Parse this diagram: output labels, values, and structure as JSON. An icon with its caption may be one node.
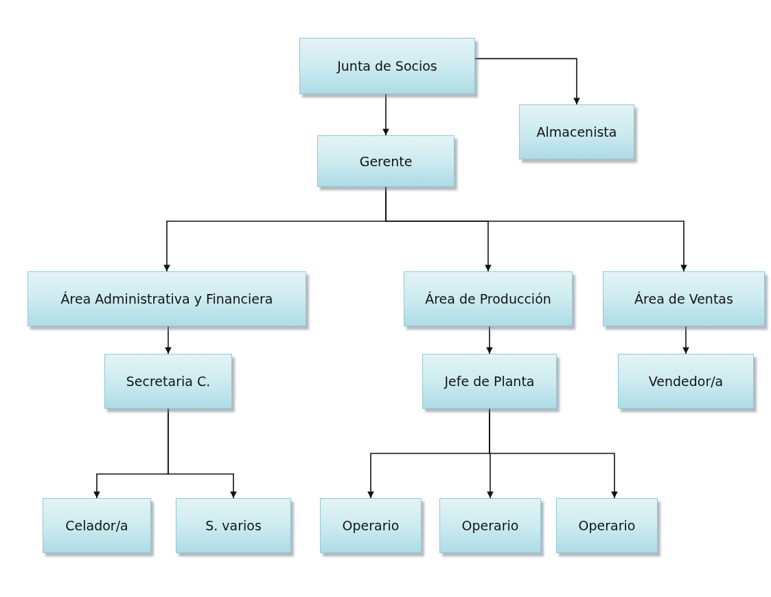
{
  "diagram": {
    "nodes": [
      {
        "text": [
          "Junta de Socios"
        ]
      },
      {
        "text": [
          "Almacenista"
        ]
      },
      {
        "text": [
          "Gerente"
        ]
      },
      {
        "text": [
          "Área Administrativa y Financiera"
        ]
      },
      {
        "text": [
          "Área de Producción"
        ]
      },
      {
        "text": [
          "Área de Ventas"
        ]
      },
      {
        "text": [
          "Secretaria C."
        ]
      },
      {
        "text": [
          "Jefe de Planta"
        ]
      },
      {
        "text": [
          "Vendedor/a"
        ]
      },
      {
        "text": [
          "Celador/a"
        ]
      },
      {
        "text": [
          "S. varios"
        ]
      },
      {
        "text": [
          "Operario"
        ]
      },
      {
        "text": [
          "Operario"
        ]
      },
      {
        "text": [
          "Operario"
        ]
      }
    ],
    "edges": [
      {
        "from": 0,
        "to": 1,
        "arrow": "to"
      },
      {
        "from": 0,
        "to": 2,
        "arrow": "to"
      },
      {
        "from": 2,
        "to": 3,
        "arrow": "to"
      },
      {
        "from": 2,
        "to": 4,
        "arrow": "to"
      },
      {
        "from": 2,
        "to": 5,
        "arrow": "to"
      },
      {
        "from": 3,
        "to": 6,
        "arrow": "to"
      },
      {
        "from": 4,
        "to": 7,
        "arrow": "to"
      },
      {
        "from": 5,
        "to": 8,
        "arrow": "to"
      },
      {
        "from": 6,
        "to": 9,
        "arrow": "to"
      },
      {
        "from": 6,
        "to": 10,
        "arrow": "to"
      },
      {
        "from": 7,
        "to": 11,
        "arrow": "to"
      },
      {
        "from": 7,
        "to": 12,
        "arrow": "to"
      },
      {
        "from": 7,
        "to": 13,
        "arrow": "to"
      }
    ]
  }
}
